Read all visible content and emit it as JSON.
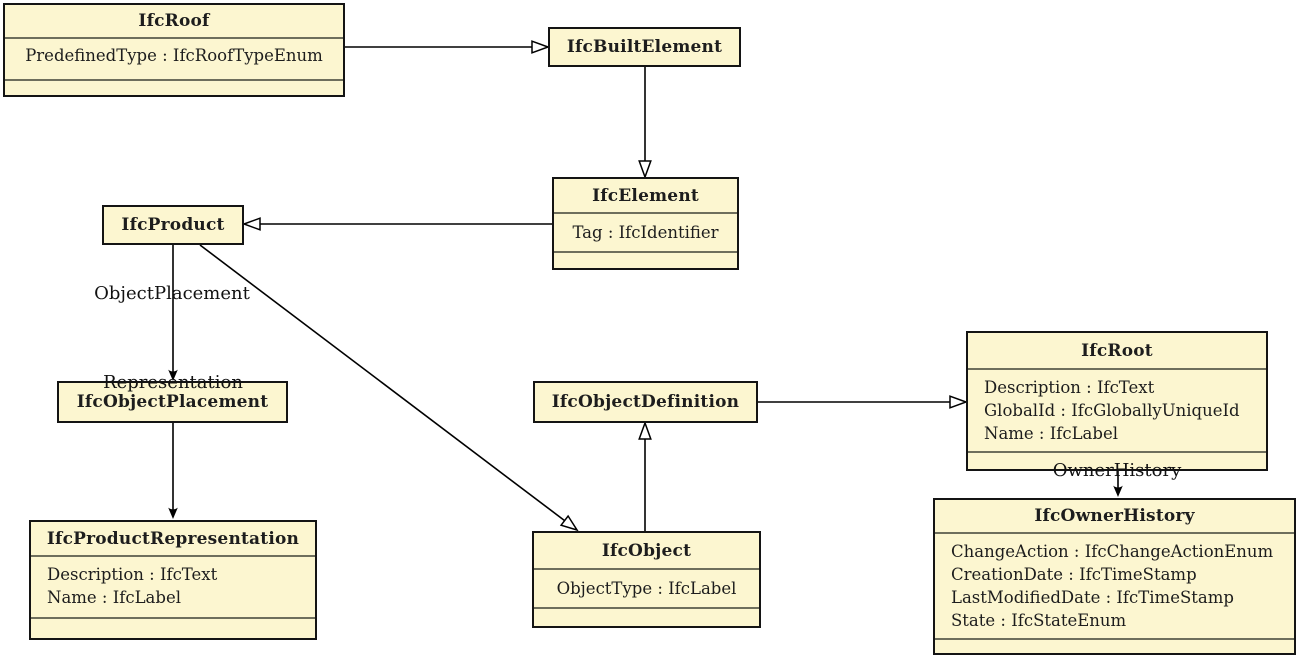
{
  "diagram_type": "uml-class-diagram",
  "colors": {
    "background": "#FFFFFF",
    "box_fill": "#FCF6D0",
    "box_border": "#141414",
    "separator": "#6E6E5C"
  },
  "classes": {
    "ifc_roof": {
      "title": "IfcRoof",
      "attributes": [
        "PredefinedType : IfcRoofTypeEnum"
      ]
    },
    "ifc_built_element": {
      "title": "IfcBuiltElement",
      "attributes": []
    },
    "ifc_element": {
      "title": "IfcElement",
      "attributes": [
        "Tag : IfcIdentifier"
      ]
    },
    "ifc_product": {
      "title": "IfcProduct",
      "attributes": []
    },
    "ifc_object_placement": {
      "title": "IfcObjectPlacement",
      "attributes": []
    },
    "ifc_product_representation": {
      "title": "IfcProductRepresentation",
      "attributes": [
        "Description : IfcText",
        "Name : IfcLabel"
      ]
    },
    "ifc_object_definition": {
      "title": "IfcObjectDefinition",
      "attributes": []
    },
    "ifc_object": {
      "title": "IfcObject",
      "attributes": [
        "ObjectType : IfcLabel"
      ]
    },
    "ifc_root": {
      "title": "IfcRoot",
      "attributes": [
        "Description : IfcText",
        "GlobalId : IfcGloballyUniqueId",
        "Name : IfcLabel"
      ]
    },
    "ifc_owner_history": {
      "title": "IfcOwnerHistory",
      "attributes": [
        "ChangeAction : IfcChangeActionEnum",
        "CreationDate : IfcTimeStamp",
        "LastModifiedDate : IfcTimeStamp",
        "State : IfcStateEnum"
      ]
    }
  },
  "edge_labels": {
    "object_placement": "ObjectPlacement",
    "representation": "Representation",
    "owner_history": "OwnerHistory"
  },
  "relationships": [
    {
      "from": "IfcRoof",
      "to": "IfcBuiltElement",
      "type": "generalization"
    },
    {
      "from": "IfcBuiltElement",
      "to": "IfcElement",
      "type": "generalization"
    },
    {
      "from": "IfcElement",
      "to": "IfcProduct",
      "type": "generalization"
    },
    {
      "from": "IfcProduct",
      "to": "IfcObject",
      "type": "generalization"
    },
    {
      "from": "IfcObject",
      "to": "IfcObjectDefinition",
      "type": "generalization"
    },
    {
      "from": "IfcObjectDefinition",
      "to": "IfcRoot",
      "type": "generalization"
    },
    {
      "from": "IfcProduct",
      "to": "IfcObjectPlacement",
      "type": "association",
      "label": "ObjectPlacement"
    },
    {
      "from": "IfcObjectPlacement",
      "to": "IfcProductRepresentation",
      "type": "association",
      "label": "Representation"
    },
    {
      "from": "IfcRoot",
      "to": "IfcOwnerHistory",
      "type": "association",
      "label": "OwnerHistory"
    }
  ]
}
